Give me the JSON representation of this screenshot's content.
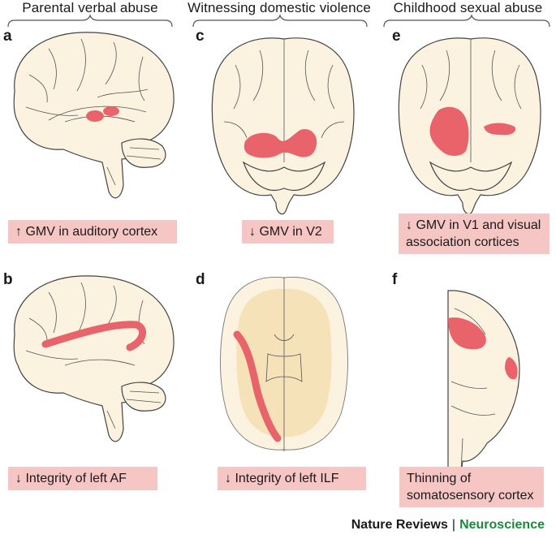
{
  "columns": [
    {
      "title": "Parental verbal abuse"
    },
    {
      "title": "Witnessing domestic violence"
    },
    {
      "title": "Childhood sexual abuse"
    }
  ],
  "panels": [
    {
      "letter": "a",
      "caption_lines": [
        "↑ GMV in auditory cortex"
      ]
    },
    {
      "letter": "c",
      "caption_lines": [
        "↓ GMV in V2"
      ]
    },
    {
      "letter": "e",
      "caption_lines": [
        "↓ GMV in V1 and visual",
        "association cortices"
      ]
    },
    {
      "letter": "b",
      "caption_lines": [
        "↓ Integrity of left AF"
      ]
    },
    {
      "letter": "d",
      "caption_lines": [
        "↓ Integrity of left ILF"
      ]
    },
    {
      "letter": "f",
      "caption_lines": [
        "Thinning of",
        "somatosensory cortex"
      ]
    }
  ],
  "footer": {
    "journal": "Nature Reviews",
    "separator": "|",
    "section": "Neuroscience"
  },
  "colors": {
    "highlight": "#e9636b",
    "caption_bg": "#f6c6c4",
    "brain_fill": "#fbf2df",
    "white_matter": "#f6e2b9",
    "section_green": "#1a8a3a"
  }
}
